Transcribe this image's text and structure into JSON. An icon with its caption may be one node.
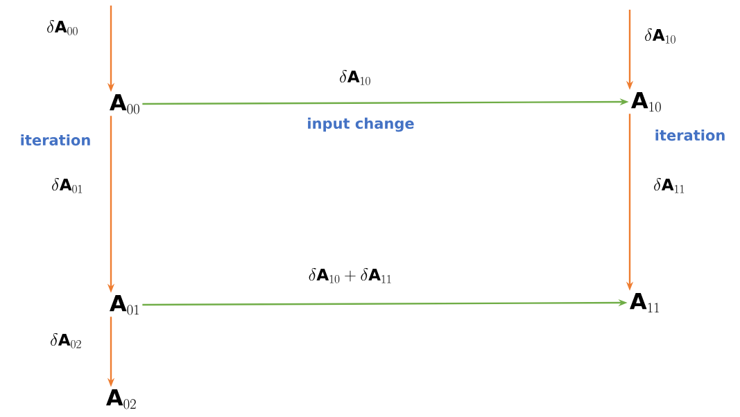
{
  "diagram": {
    "nodes": [
      {
        "text": [
          "\\mathbf{A}_{00}"
        ]
      },
      {
        "text": [
          "\\mathbf{A}_{10}"
        ]
      },
      {
        "text": [
          "\\mathbf{A}_{01}"
        ]
      },
      {
        "text": [
          "\\mathbf{A}_{11}"
        ]
      },
      {
        "text": [
          "\\mathbf{A}_{02}"
        ]
      }
    ],
    "edges": [
      {
        "from": null,
        "to": 0,
        "arrow": "to",
        "label": "\\delta\\mathbf{A}_{00}"
      },
      {
        "from": 0,
        "to": 1,
        "arrow": "to",
        "label": "\\delta\\mathbf{A}_{10}",
        "color": "#70ad47"
      },
      {
        "from": null,
        "to": 1,
        "arrow": "to",
        "label": "\\delta\\mathbf{A}_{10}"
      },
      {
        "from": 0,
        "to": 2,
        "arrow": "to",
        "label": "\\delta\\mathbf{A}_{01}"
      },
      {
        "from": 1,
        "to": 3,
        "arrow": "to",
        "label": "\\delta\\mathbf{A}_{11}"
      },
      {
        "from": 2,
        "to": 3,
        "arrow": "to",
        "label": "\\delta\\mathbf{A}_{10} + \\delta\\mathbf{A}_{11}",
        "color": "#70ad47"
      },
      {
        "from": 2,
        "to": 4,
        "arrow": "to",
        "label": "\\delta\\mathbf{A}_{02}"
      }
    ],
    "labels": [
      "iteration",
      "input change",
      "iteration"
    ]
  }
}
